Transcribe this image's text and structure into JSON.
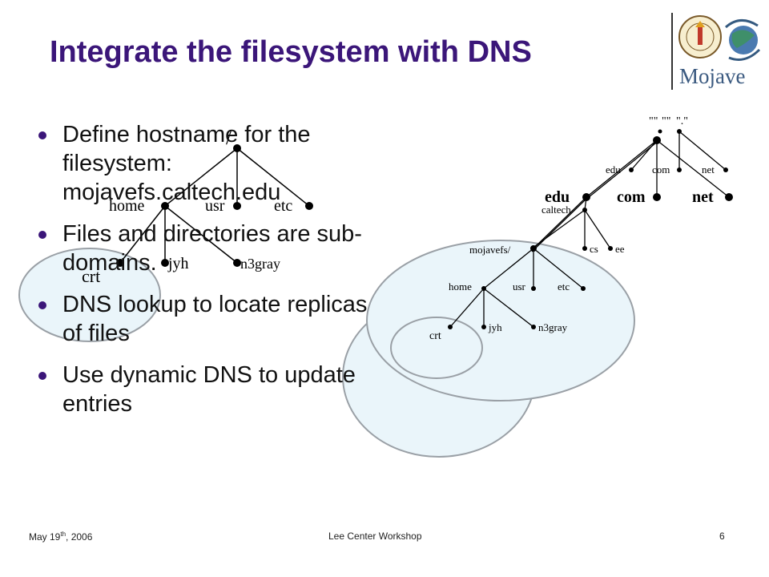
{
  "slide": {
    "title": "Integrate the filesystem with DNS",
    "logo_text": "Mojave",
    "bullets": [
      "Define hostname for the filesystem: mojavefs.caltech.edu",
      "Files and directories are sub-domains.",
      "DNS lookup to locate replicas of files",
      "Use dynamic DNS to update entries"
    ]
  },
  "left_tree": {
    "root": "/",
    "dirs": [
      "home",
      "usr",
      "etc"
    ],
    "users": [
      "crt",
      "jyh",
      "n3gray"
    ]
  },
  "right_tree": {
    "roots": [
      "\"\"",
      "\"\"",
      "\".\""
    ],
    "mid_tlds": [
      "edu",
      "com",
      "net"
    ],
    "tlds": [
      "edu",
      "com",
      "net"
    ],
    "domain": "caltech",
    "subdomains": [
      "cs",
      "ee"
    ],
    "fs": "mojavefs/",
    "dirs": [
      "home",
      "usr",
      "etc"
    ],
    "users": [
      "crt",
      "jyh",
      "n3gray"
    ]
  },
  "footer": {
    "date_prefix": "May 19",
    "date_sup": "th",
    "date_suffix": ", 2006",
    "event": "Lee Center Workshop",
    "page": "6"
  },
  "colors": {
    "title": "#3b1679",
    "bullet": "#3b1679",
    "bubble_fill": "#eaf5fa",
    "bubble_stroke": "#9aa0a6"
  }
}
